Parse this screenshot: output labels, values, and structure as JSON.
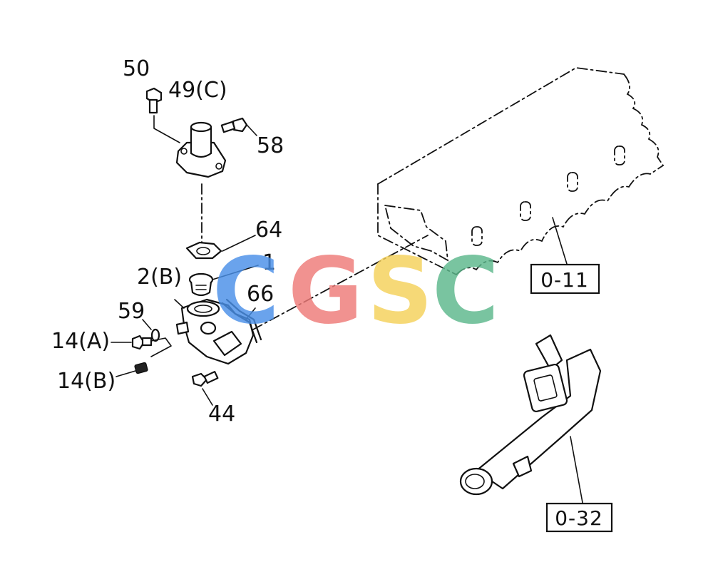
{
  "callouts": {
    "c50": "50",
    "c49": "49(C)",
    "c58": "58",
    "c64": "64",
    "c1": "1",
    "c2b": "2(B)",
    "c66": "66",
    "c59": "59",
    "c14a": "14(A)",
    "c14b": "14(B)",
    "c44": "44"
  },
  "references": {
    "r011": "0-11",
    "r032": "0-32"
  },
  "watermark": {
    "letters": [
      "C",
      "G",
      "S",
      "C"
    ],
    "colors": [
      "#4a90e8",
      "#ef7b78",
      "#f5d15a",
      "#5cb88c"
    ]
  }
}
